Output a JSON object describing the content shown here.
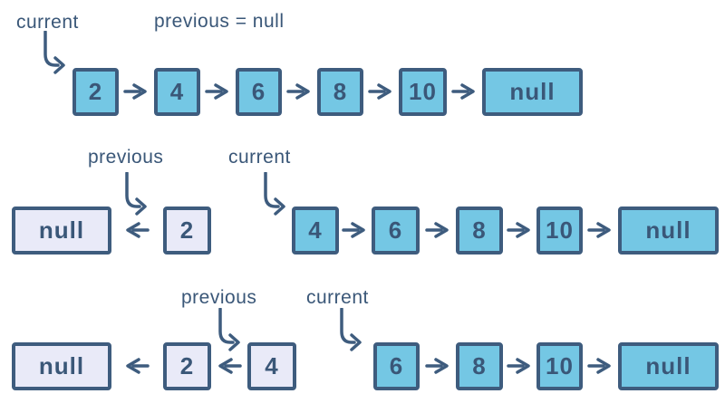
{
  "colors": {
    "node_fill": "#74C7E4",
    "node_border": "#3E5C7E",
    "visited_fill": "#E9EAF8",
    "text_color": "#3A5778",
    "background": "#FFFFFF"
  },
  "rows": [
    {
      "labels": [
        {
          "text": "current",
          "points_to": "2"
        },
        {
          "text": "previous = null",
          "points_to": ""
        }
      ],
      "nodes": [
        {
          "value": "2",
          "fill": "cyan"
        },
        {
          "value": "4",
          "fill": "cyan"
        },
        {
          "value": "6",
          "fill": "cyan"
        },
        {
          "value": "8",
          "fill": "cyan"
        },
        {
          "value": "10",
          "fill": "cyan"
        },
        {
          "value": "null",
          "fill": "cyan"
        }
      ],
      "arrows": [
        "right",
        "right",
        "right",
        "right",
        "right"
      ]
    },
    {
      "labels": [
        {
          "text": "previous",
          "points_to": "2"
        },
        {
          "text": "current",
          "points_to": "4"
        }
      ],
      "nodes": [
        {
          "value": "null",
          "fill": "light"
        },
        {
          "value": "2",
          "fill": "light"
        },
        {
          "value": "4",
          "fill": "cyan"
        },
        {
          "value": "6",
          "fill": "cyan"
        },
        {
          "value": "8",
          "fill": "cyan"
        },
        {
          "value": "10",
          "fill": "cyan"
        },
        {
          "value": "null",
          "fill": "cyan"
        }
      ],
      "arrows": [
        "left",
        "right",
        "right",
        "right",
        "right"
      ]
    },
    {
      "labels": [
        {
          "text": "previous",
          "points_to": "4"
        },
        {
          "text": "current",
          "points_to": "6"
        }
      ],
      "nodes": [
        {
          "value": "null",
          "fill": "light"
        },
        {
          "value": "2",
          "fill": "light"
        },
        {
          "value": "4",
          "fill": "light"
        },
        {
          "value": "6",
          "fill": "cyan"
        },
        {
          "value": "8",
          "fill": "cyan"
        },
        {
          "value": "10",
          "fill": "cyan"
        },
        {
          "value": "null",
          "fill": "cyan"
        }
      ],
      "arrows": [
        "left",
        "left",
        "right",
        "right",
        "right"
      ]
    }
  ]
}
